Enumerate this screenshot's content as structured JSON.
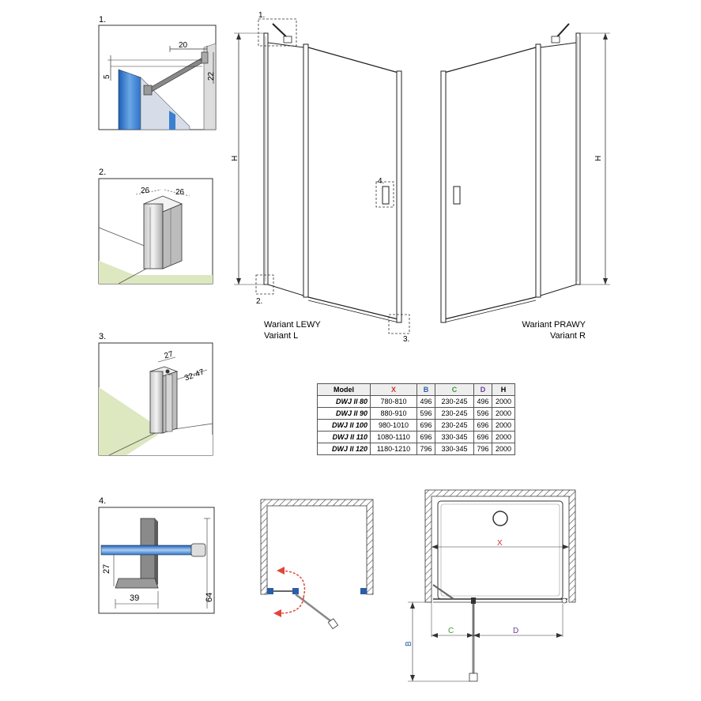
{
  "colors": {
    "x": "#d0342c",
    "b": "#2a5ea8",
    "c": "#3a9a3a",
    "d": "#6a3c9c",
    "glass": "#2f73c8",
    "floor": "#dde7c0",
    "arrow": "#e0463a"
  },
  "details": [
    {
      "number": "1.",
      "dimensions": [
        "20",
        "5",
        "22"
      ]
    },
    {
      "number": "2.",
      "dimensions": [
        "26",
        "26"
      ]
    },
    {
      "number": "3.",
      "dimensions": [
        "27",
        "32-47"
      ]
    },
    {
      "number": "4.",
      "dimensions": [
        "27",
        "39",
        "64"
      ]
    }
  ],
  "front_view": {
    "callouts": [
      "1.",
      "2.",
      "3.",
      "4."
    ],
    "height_label": "H",
    "left_variant": {
      "line1": "Wariant LEWY",
      "line2": "Variant L"
    },
    "right_variant": {
      "line1": "Wariant PRAWY",
      "line2": "Variant R"
    }
  },
  "table": {
    "headers": [
      "Model",
      "X",
      "B",
      "C",
      "D",
      "H"
    ],
    "rows": [
      {
        "model": "DWJ II 80",
        "x": "780-810",
        "b": "496",
        "c": "230-245",
        "d": "496",
        "h": "2000"
      },
      {
        "model": "DWJ II 90",
        "x": "880-910",
        "b": "596",
        "c": "230-245",
        "d": "596",
        "h": "2000"
      },
      {
        "model": "DWJ II 100",
        "x": "980-1010",
        "b": "696",
        "c": "230-245",
        "d": "696",
        "h": "2000"
      },
      {
        "model": "DWJ II 110",
        "x": "1080-1110",
        "b": "696",
        "c": "330-345",
        "d": "696",
        "h": "2000"
      },
      {
        "model": "DWJ II 120",
        "x": "1180-1210",
        "b": "796",
        "c": "330-345",
        "d": "796",
        "h": "2000"
      }
    ]
  },
  "plan": {
    "x_label": "X",
    "b_label": "B",
    "c_label": "C",
    "d_label": "D"
  }
}
